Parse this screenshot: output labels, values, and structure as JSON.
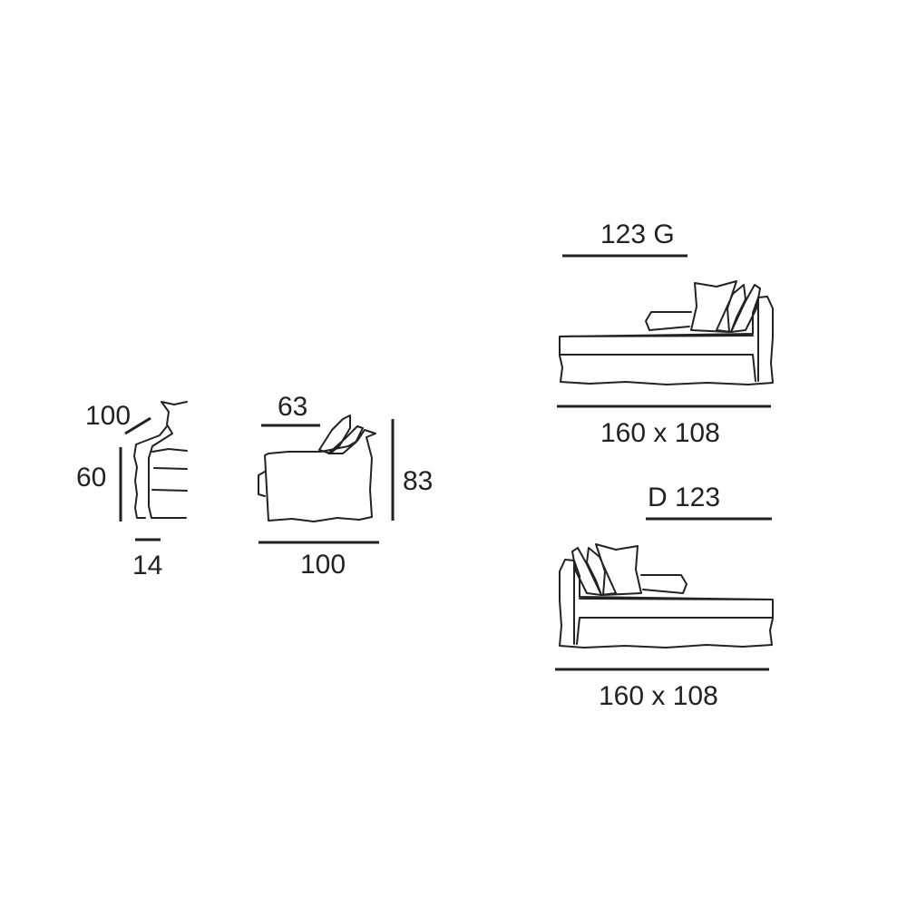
{
  "views": {
    "arm_section": {
      "dim_top": "100",
      "dim_height": "60",
      "dim_width": "14"
    },
    "side_view": {
      "dim_seat_depth": "63",
      "dim_height": "83",
      "dim_depth": "100"
    },
    "chaise_left": {
      "label": "123  G",
      "dimensions": "160 x 108"
    },
    "chaise_right": {
      "label": "D  123",
      "dimensions": "160 x 108"
    }
  },
  "colors": {
    "line": "#222222",
    "background": "#ffffff"
  }
}
